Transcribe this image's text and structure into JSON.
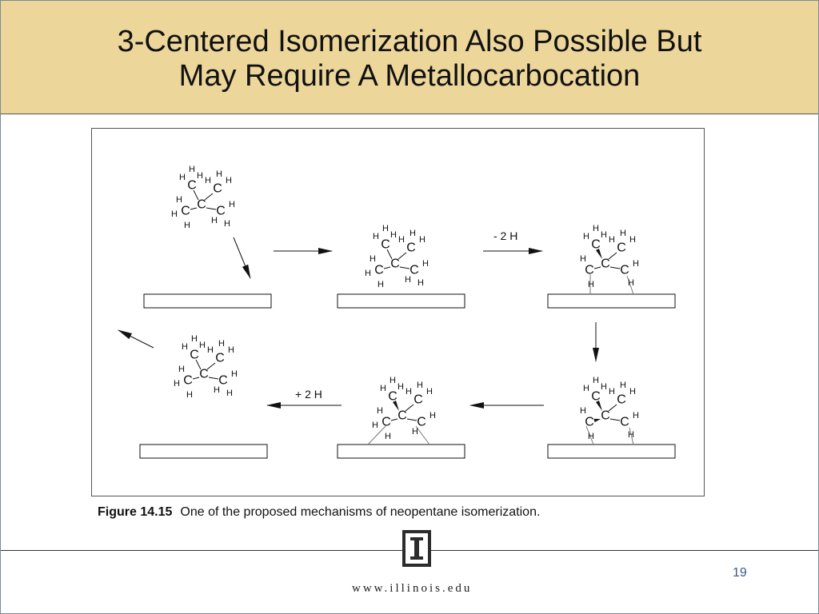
{
  "slide": {
    "title_line1": "3-Centered Isomerization Also Possible But",
    "title_line2": "May Require A Metallocarbocation",
    "page_number": "19",
    "url": "www.illinois.edu"
  },
  "figure": {
    "caption_label": "Figure 14.15",
    "caption_text": "One of the proposed mechanisms of neopentane isomerization.",
    "minus_2h_label": "- 2 H",
    "plus_2h_label": "+ 2 H",
    "carbon_symbol": "C",
    "hydrogen_symbol": "H"
  },
  "colors": {
    "title_band": "#ecd69a",
    "page_number": "#3a5a8c"
  },
  "icons": {
    "logo": "illinois-block-i-logo"
  }
}
